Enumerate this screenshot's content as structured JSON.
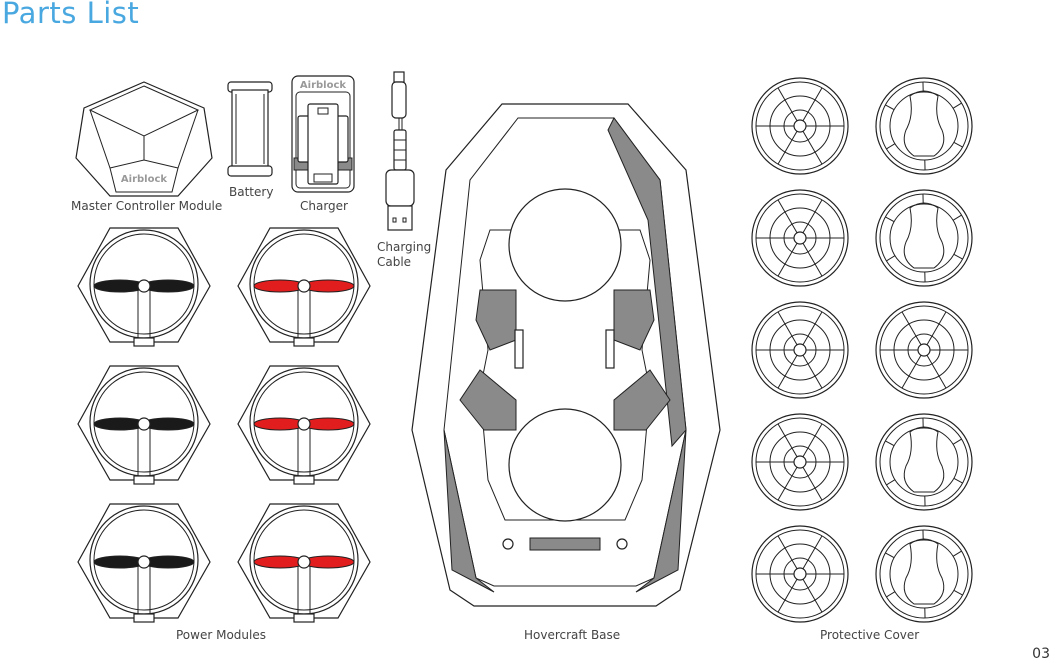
{
  "page": {
    "title": "Parts List",
    "number": "03"
  },
  "parts": {
    "master": {
      "label": "Master Controller Module",
      "brand": "Airblock"
    },
    "battery": {
      "label": "Battery"
    },
    "charger": {
      "label": "Charger",
      "brand": "Airblock"
    },
    "cable": {
      "label_line1": "Charging",
      "label_line2": "Cable"
    },
    "power_modules": {
      "label": "Power Modules",
      "count": 6,
      "propeller_colors": [
        "#1a1a1a",
        "#e21d1d"
      ]
    },
    "base": {
      "label": "Hovercraft Base"
    },
    "covers": {
      "label": "Protective Cover",
      "count": 10
    }
  }
}
